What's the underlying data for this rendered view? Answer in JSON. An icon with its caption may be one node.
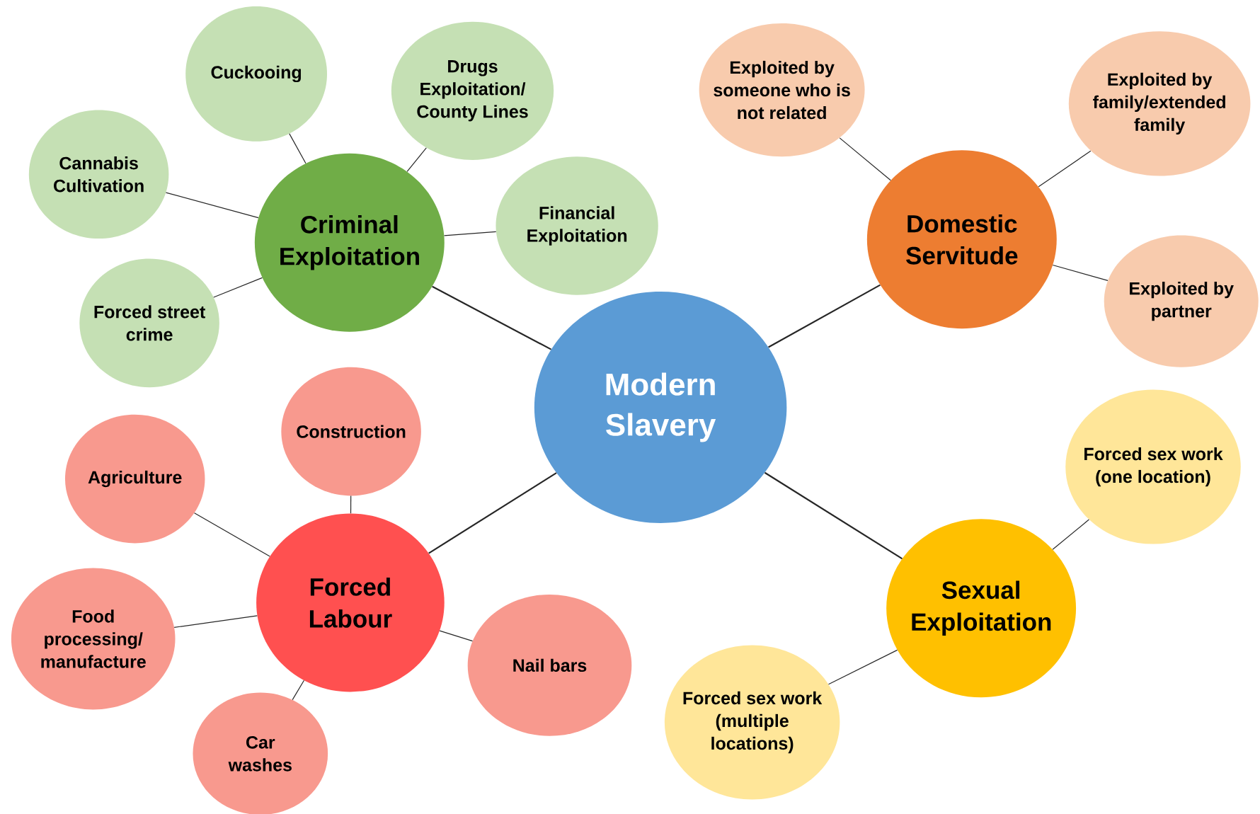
{
  "diagram": {
    "nodes": [
      {
        "text": [
          "Modern Slavery"
        ]
      },
      {
        "text": [
          "Criminal Exploitation"
        ]
      },
      {
        "text": [
          "Cuckooing"
        ]
      },
      {
        "text": [
          "Drugs Exploitation/ County Lines"
        ]
      },
      {
        "text": [
          "Cannabis Cultivation"
        ]
      },
      {
        "text": [
          "Financial Exploitation"
        ]
      },
      {
        "text": [
          "Forced street crime"
        ]
      },
      {
        "text": [
          "Domestic Servitude"
        ]
      },
      {
        "text": [
          "Exploited by someone who is not related"
        ]
      },
      {
        "text": [
          "Exploited by family/extended family"
        ]
      },
      {
        "text": [
          "Exploited by partner"
        ]
      },
      {
        "text": [
          "Forced Labour"
        ]
      },
      {
        "text": [
          "Construction"
        ]
      },
      {
        "text": [
          "Agriculture"
        ]
      },
      {
        "text": [
          "Food processing/ manufacture"
        ]
      },
      {
        "text": [
          "Car washes"
        ]
      },
      {
        "text": [
          "Nail bars"
        ]
      },
      {
        "text": [
          "Sexual Exploitation"
        ]
      },
      {
        "text": [
          "Forced sex work (one location)"
        ]
      },
      {
        "text": [
          "Forced sex work (multiple locations)"
        ]
      }
    ],
    "edges": [
      {
        "from": 0,
        "to": 1,
        "arrow": "none"
      },
      {
        "from": 1,
        "to": 2,
        "arrow": "none"
      },
      {
        "from": 1,
        "to": 3,
        "arrow": "none"
      },
      {
        "from": 1,
        "to": 4,
        "arrow": "none"
      },
      {
        "from": 1,
        "to": 5,
        "arrow": "none"
      },
      {
        "from": 1,
        "to": 6,
        "arrow": "none"
      },
      {
        "from": 0,
        "to": 7,
        "arrow": "none"
      },
      {
        "from": 7,
        "to": 8,
        "arrow": "none"
      },
      {
        "from": 7,
        "to": 9,
        "arrow": "none"
      },
      {
        "from": 7,
        "to": 10,
        "arrow": "none"
      },
      {
        "from": 0,
        "to": 11,
        "arrow": "none"
      },
      {
        "from": 11,
        "to": 12,
        "arrow": "none"
      },
      {
        "from": 11,
        "to": 13,
        "arrow": "none"
      },
      {
        "from": 11,
        "to": 14,
        "arrow": "none"
      },
      {
        "from": 11,
        "to": 15,
        "arrow": "none"
      },
      {
        "from": 11,
        "to": 16,
        "arrow": "none"
      },
      {
        "from": 0,
        "to": 17,
        "arrow": "none"
      },
      {
        "from": 17,
        "to": 18,
        "arrow": "none"
      },
      {
        "from": 17,
        "to": 19,
        "arrow": "none"
      }
    ]
  }
}
